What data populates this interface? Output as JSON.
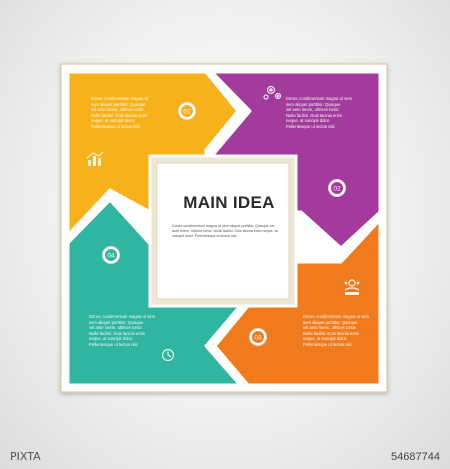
{
  "main": {
    "title": "MAIN IDEA",
    "text": "Donec condimentum magna ut sem aliquet porttitor. Quisque vel ante lorem, ultrices tortor. Nulla facilisi. Duis lacinia enim neque, at suscipit dolor. Pellentesque ut lectus nisl."
  },
  "segments": [
    {
      "number": "01",
      "color": "#f7b21a",
      "icon": "bar-chart-icon",
      "text": "Donec condimentum magna ut\nsem aliquet porttitor. Quisque\nvel ante lorem, ultrices tortor.\nNulla facilisi. Duis lacinia enim\nneque, at suscipit dolor.\nPellentesque ut lectus nisl."
    },
    {
      "number": "02",
      "color": "#a23b9b",
      "icon": "gears-icon",
      "text": "Donec condimentum magna ut sem\nsem aliquet porttitor. Quisque\nvel ante lorem, ultrices tortor.\nNulla facilisi. Duis lacinia enim\nneque, at suscipit dolor.\nPellentesque ut lectus nisl."
    },
    {
      "number": "03",
      "color": "#f07a1c",
      "icon": "presentation-icon",
      "text": "Donec condimentum magna ut sem\nsem aliquet porttitor. Quisque\nvel ante lorem, ultrices tortor.\nNulla facilisi. Duis lacinia enim\nneque, at suscipit dolor.\nPellentesque ut lectus nisl."
    },
    {
      "number": "04",
      "color": "#2fb5a0",
      "icon": "clock-icon",
      "text": "Donec condimentum magna ut sem\nsem aliquet porttitor. Quisque\nvel ante lorem, ultrices tortor.\nNulla facilisi. Duis lacinia enim\nneque, at suscipit dolor.\nPellentesque ut lectus nisl."
    }
  ],
  "footer": {
    "brand": "PIXTA",
    "id": "54687744"
  }
}
